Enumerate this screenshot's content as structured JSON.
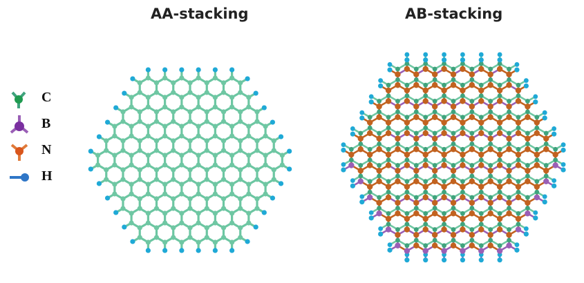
{
  "titles": {
    "aa": "AA-stacking",
    "ab": "AB-stacking"
  },
  "legend": [
    {
      "symbol": "C",
      "icon": "carbon-atom-icon",
      "color": "#2aa35c"
    },
    {
      "symbol": "B",
      "icon": "boron-atom-icon",
      "color": "#8e44ad"
    },
    {
      "symbol": "N",
      "icon": "nitrogen-atom-icon",
      "color": "#e06b2a"
    },
    {
      "symbol": "H",
      "icon": "hydrogen-atom-icon",
      "color": "#2f76c7"
    }
  ],
  "colors": {
    "carbon": "#6fc7a3",
    "carbon_dark": "#3fa37d",
    "boron": "#9a5fb6",
    "nitrogen": "#c2621f",
    "hydrogen": "#1fa9d6",
    "bond_aa": "#6cc6a2"
  }
}
